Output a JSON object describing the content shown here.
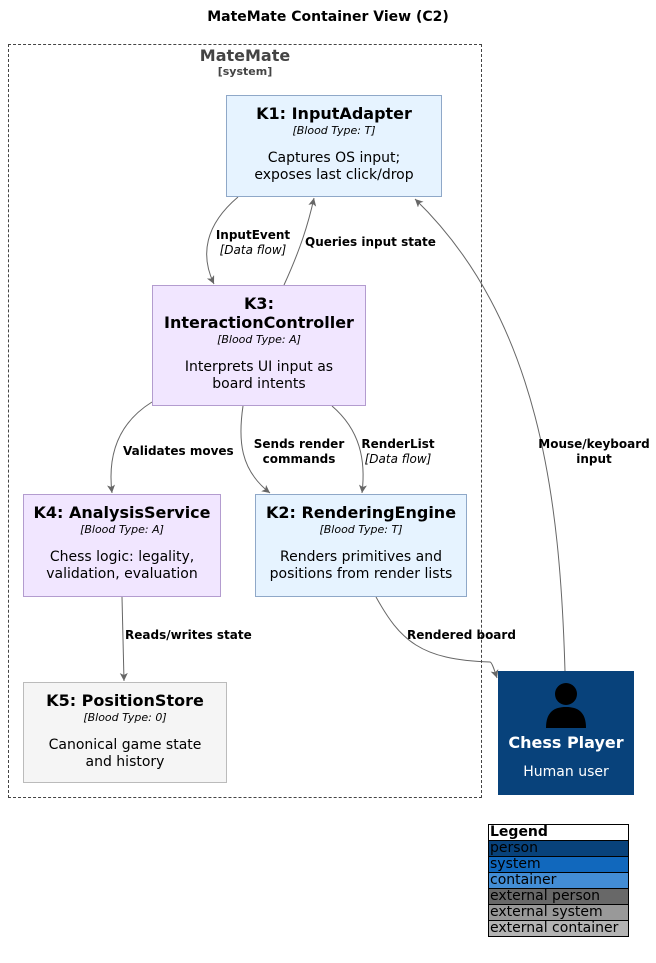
{
  "title": "MateMate Container View (C2)",
  "boundary": {
    "name": "MateMate",
    "type": "[system]"
  },
  "nodes": {
    "k1": {
      "name": "K1: InputAdapter",
      "type": "[Blood Type: T]",
      "desc": "Captures OS input; exposes last click/drop"
    },
    "k3": {
      "name": "K3: InteractionController",
      "type": "[Blood Type: A]",
      "desc": "Interprets UI input as board intents"
    },
    "k4": {
      "name": "K4: AnalysisService",
      "type": "[Blood Type: A]",
      "desc": "Chess logic: legality, validation, evaluation"
    },
    "k2": {
      "name": "K2: RenderingEngine",
      "type": "[Blood Type: T]",
      "desc": "Renders primitives and positions from render lists"
    },
    "k5": {
      "name": "K5: PositionStore",
      "type": "[Blood Type: 0]",
      "desc": "Canonical game state and history"
    }
  },
  "person": {
    "name": "Chess Player",
    "desc": "Human user",
    "icon": "person-icon"
  },
  "edges": {
    "input_event": {
      "label": "InputEvent",
      "tech": "[Data flow]"
    },
    "queries": {
      "label": "Queries input state"
    },
    "validates": {
      "label": "Validates moves"
    },
    "sends_render": {
      "label": "Sends render commands"
    },
    "render_list": {
      "label": "RenderList",
      "tech": "[Data flow]"
    },
    "mouse": {
      "label": "Mouse/keyboard input"
    },
    "reads_writes": {
      "label": "Reads/writes state"
    },
    "rendered_board": {
      "label": "Rendered board"
    }
  },
  "legend": {
    "title": "Legend",
    "items": [
      {
        "label": "person",
        "color": "#08427b",
        "text_color": "#000000"
      },
      {
        "label": "system",
        "color": "#1168bd",
        "text_color": "#000000"
      },
      {
        "label": "container",
        "color": "#438dd5",
        "text_color": "#000000"
      },
      {
        "label": "external person",
        "color": "#686868",
        "text_color": "#000000"
      },
      {
        "label": "external system",
        "color": "#999999",
        "text_color": "#000000"
      },
      {
        "label": "external container",
        "color": "#b3b3b3",
        "text_color": "#000000"
      }
    ]
  },
  "colors": {
    "container_blue": "#e6f3ff",
    "container_purple": "#f1e6ff",
    "container_gray": "#f5f5f5",
    "person_bg": "#08427b",
    "edge": "#666666"
  }
}
